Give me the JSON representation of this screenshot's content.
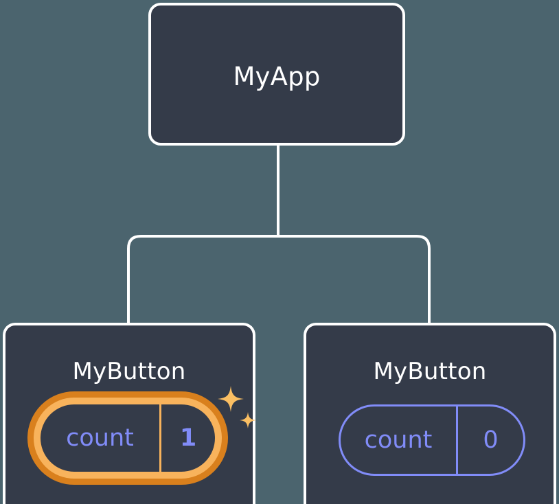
{
  "diagram": {
    "type": "component-tree",
    "background_color": "#4b646e",
    "node_fill_color": "#343b49",
    "node_border_color": "#ffffff",
    "connector_color": "#ffffff",
    "accent_highlight_outer": "#d9801d",
    "accent_highlight_inner": "#f8b35c",
    "state_text_color": "#818cf8",
    "root": {
      "label": "MyApp"
    },
    "children": [
      {
        "label": "MyButton",
        "highlighted": true,
        "state": {
          "key": "count",
          "value": "1"
        },
        "sparkle_icons": [
          "sparkle-large-icon",
          "sparkle-small-icon"
        ]
      },
      {
        "label": "MyButton",
        "highlighted": false,
        "state": {
          "key": "count",
          "value": "0"
        }
      }
    ]
  }
}
